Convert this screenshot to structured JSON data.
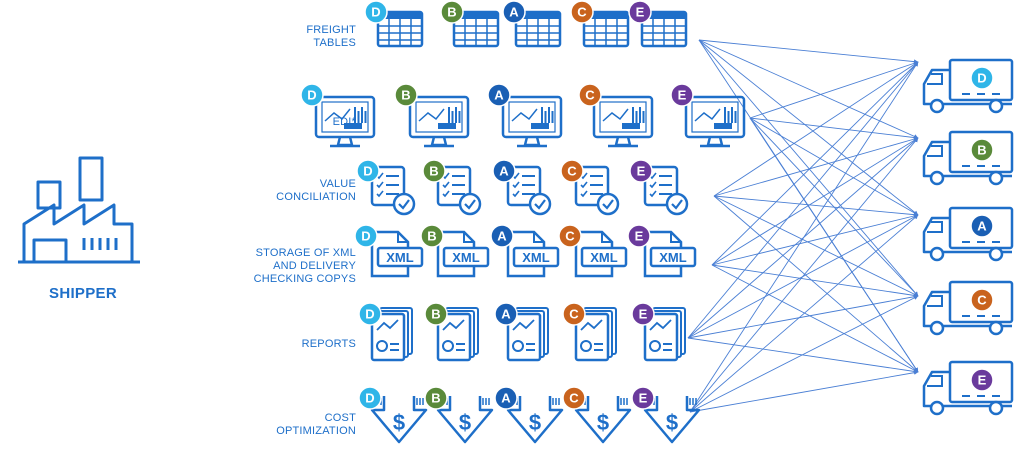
{
  "shipper": {
    "label": "SHIPPER"
  },
  "rows": [
    {
      "lines": [
        "FREIGHT",
        "TABLES"
      ],
      "icon": "freight-table-icon"
    },
    {
      "lines": [
        "EDI*"
      ],
      "icon": "edi-monitor-icon"
    },
    {
      "lines": [
        "VALUE",
        "CONCILIATION"
      ],
      "icon": "checklist-icon"
    },
    {
      "lines": [
        "STORAGE OF XML",
        "AND DELIVERY",
        "CHECKING COPYS"
      ],
      "icon": "xml-file-icon",
      "text": "XML"
    },
    {
      "lines": [
        "REPORTS"
      ],
      "icon": "report-icon"
    },
    {
      "lines": [
        "COST",
        "OPTIMIZATION"
      ],
      "icon": "cost-arrow-icon",
      "text": "$"
    }
  ],
  "carriers": [
    {
      "letter": "D",
      "color": "#2fb5e8"
    },
    {
      "letter": "B",
      "color": "#5a8a3a"
    },
    {
      "letter": "A",
      "color": "#1a5fb4"
    },
    {
      "letter": "C",
      "color": "#c9631d"
    },
    {
      "letter": "E",
      "color": "#6a3a9c"
    }
  ],
  "colors": {
    "primary": "#1e6fc9",
    "line": "#4a7fd4"
  }
}
